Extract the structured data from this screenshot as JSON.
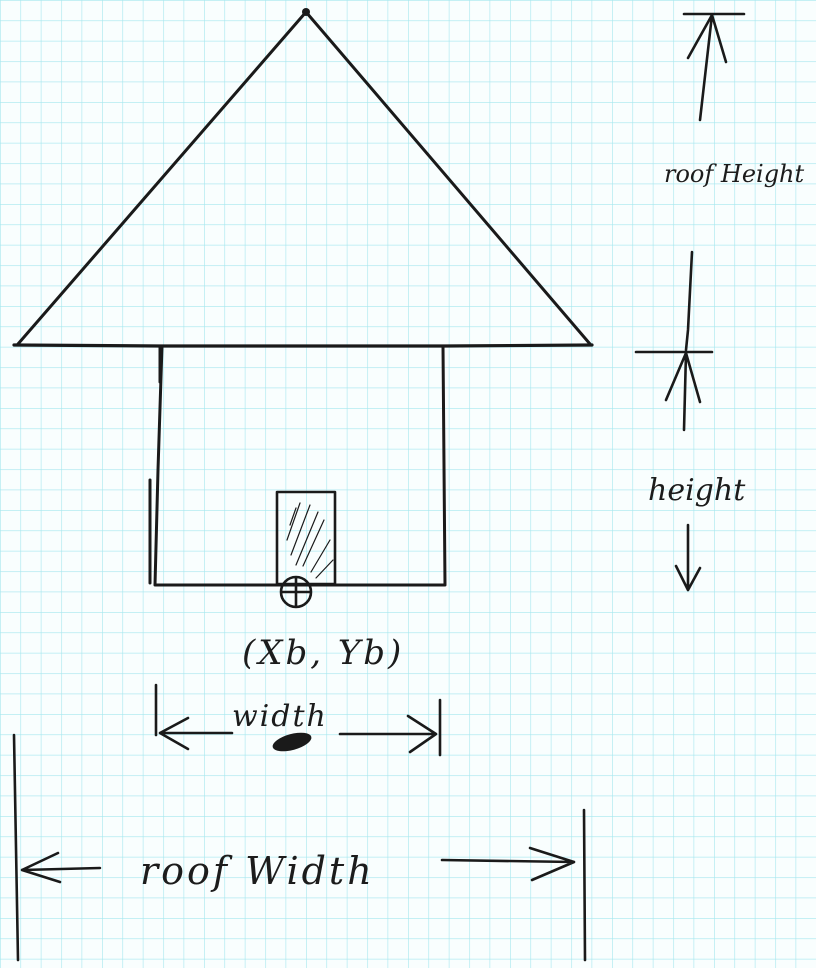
{
  "labels": {
    "roof_height": "roof Height",
    "height": "height",
    "base_point": "(Xb, Yb)",
    "width": "width",
    "roof_width": "roof Width"
  },
  "colors": {
    "paper": "#ffffff",
    "grid_minor": "#7ddbe6",
    "grid_major": "#4fcad8",
    "ink": "#1a1a1a"
  }
}
